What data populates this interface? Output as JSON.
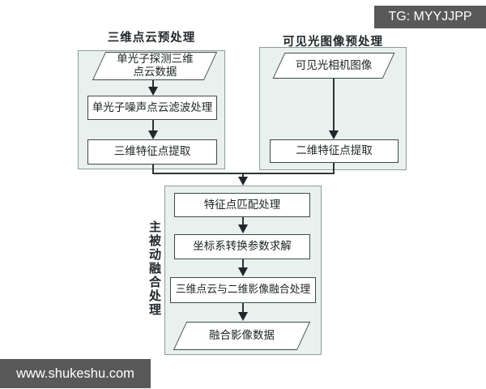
{
  "badges": {
    "telegram": "TG: MYYJJPP",
    "website": "www.shukeshu.com"
  },
  "colors": {
    "panel_fill": "#e8f1ee",
    "panel_border": "#8f9c99",
    "node_border": "#40484a",
    "badge_background": "#595959",
    "text": "#1d2422"
  },
  "left_panel": {
    "title": "三维点云预处理",
    "input_lines": {
      "0": "单光子探测三维",
      "1": "点云数据"
    },
    "steps": {
      "0": "单光子噪声点云滤波处理",
      "1": "三维特征点提取"
    }
  },
  "right_panel": {
    "title": "可见光图像预处理",
    "input": "可见光相机图像",
    "steps": {
      "0": "二维特征点提取"
    }
  },
  "fusion_panel": {
    "side_label": "主被动融合处理",
    "steps": {
      "0": "特征点匹配处理",
      "1": "坐标系转换参数求解",
      "2": "三维点云与二维影像融合处理"
    },
    "output": "融合影像数据"
  }
}
